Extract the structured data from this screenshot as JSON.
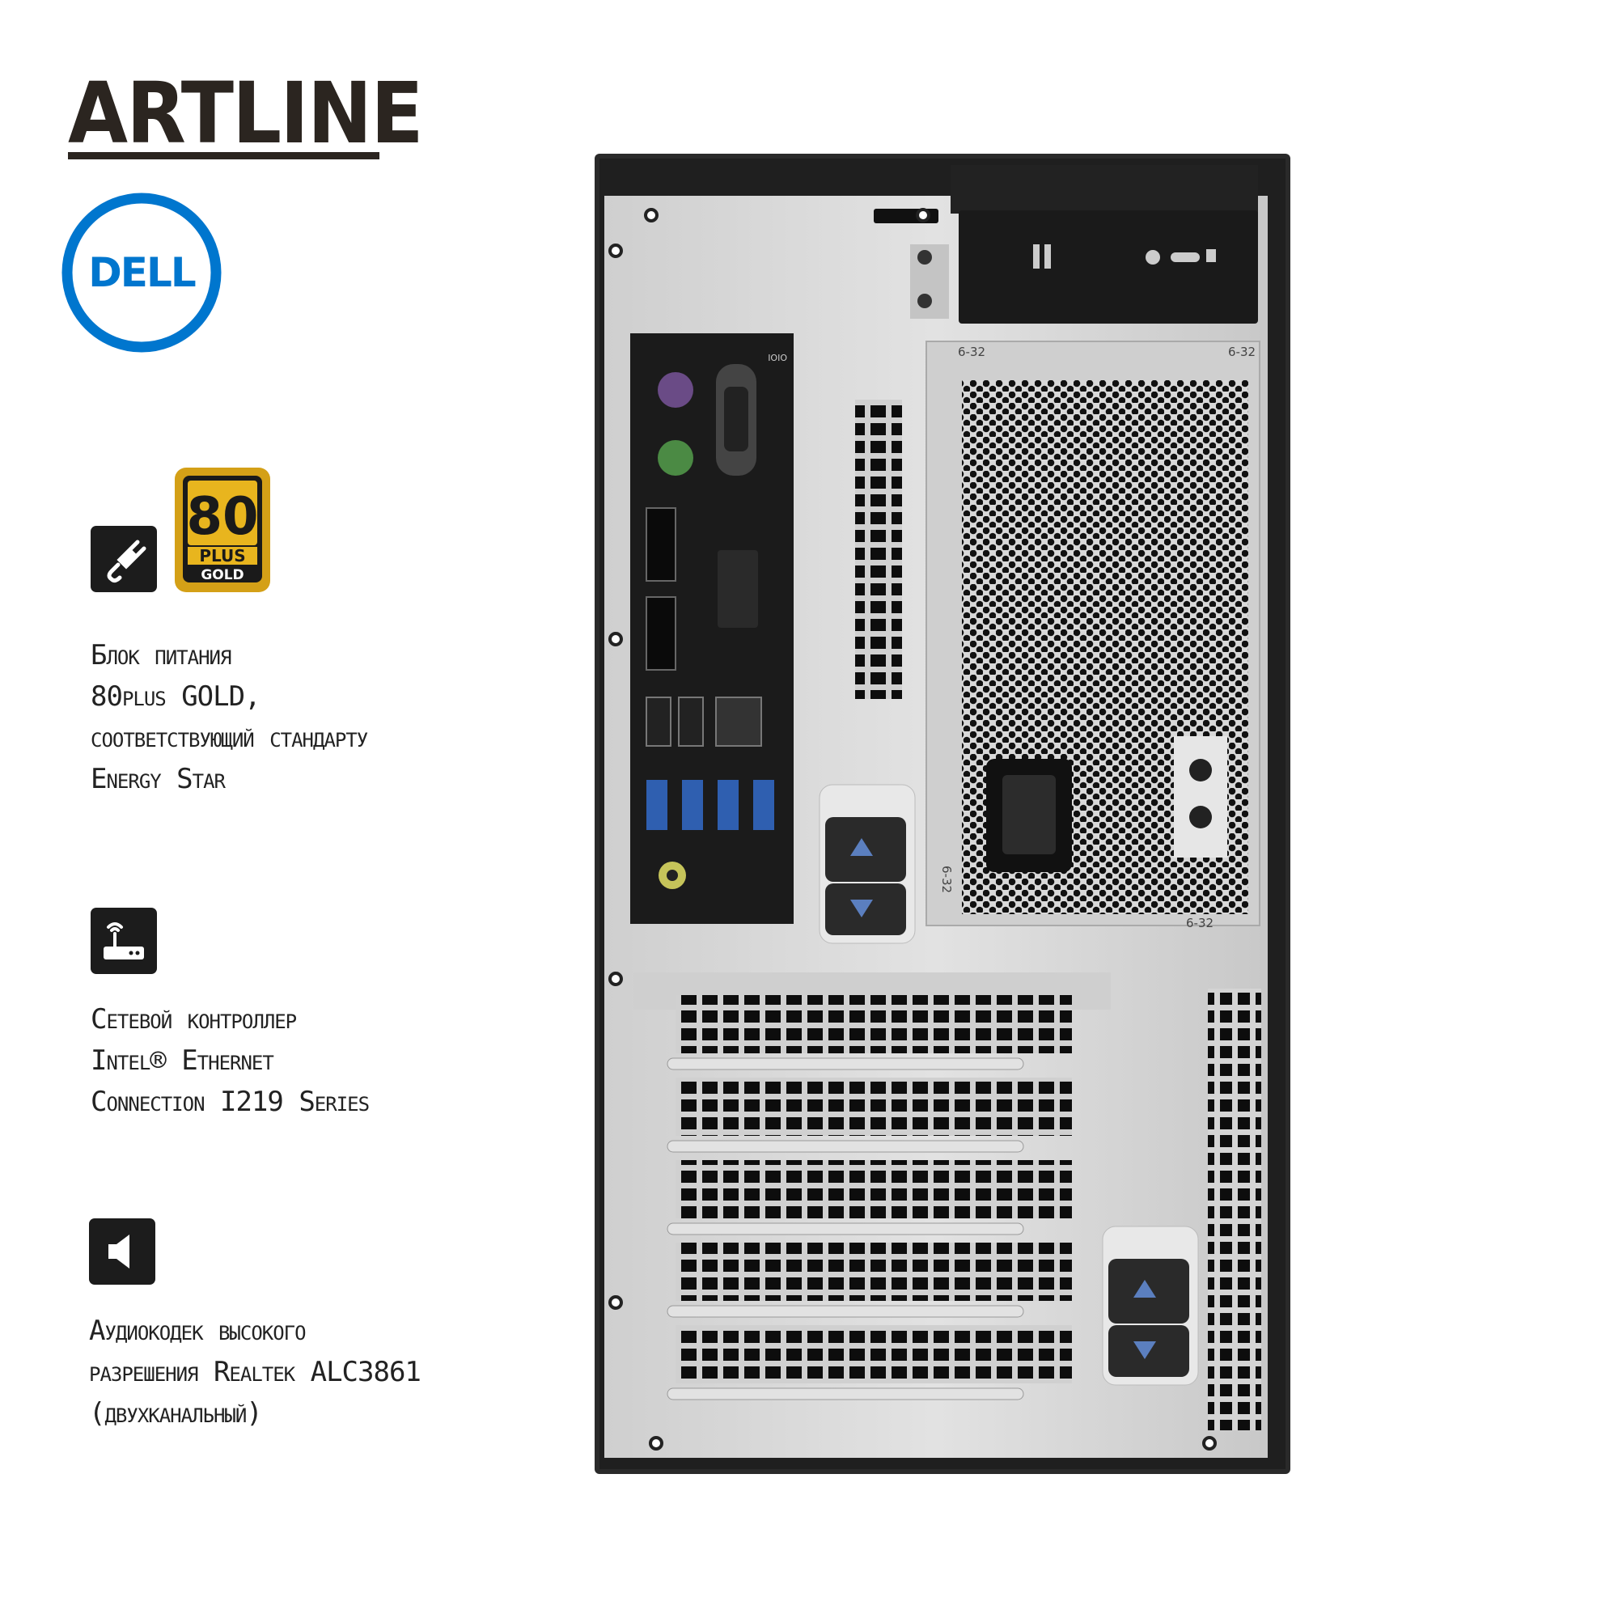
{
  "brand": {
    "artline": "ARTLINE",
    "dell": "DELL"
  },
  "badge": {
    "number": "80",
    "plus": "PLUS",
    "level": "GOLD"
  },
  "features": [
    {
      "icon": "power-plug-icon",
      "lines": [
        "Блок питания",
        "80plus GOLD,",
        "соответствующий стандарту",
        "Energy Star"
      ]
    },
    {
      "icon": "router-icon",
      "lines": [
        "Сетевой контроллер",
        "Intel® Ethernet",
        "Connection I219 Series"
      ]
    },
    {
      "icon": "speaker-icon",
      "lines": [
        "Аудиокодек высокого",
        "разрешения Realtek ALC3861",
        "(двухканальный)"
      ]
    }
  ],
  "chassis_labels": [
    "6-32",
    "6-32",
    "6-32",
    "6-32"
  ],
  "io_panel": {
    "serial_label": "IOIO"
  },
  "colors": {
    "psu_badge_gold": "#d4a017",
    "dell_blue": "#0076ce",
    "chassis": "#2a2a2a",
    "metal": "#cfcfcf"
  }
}
